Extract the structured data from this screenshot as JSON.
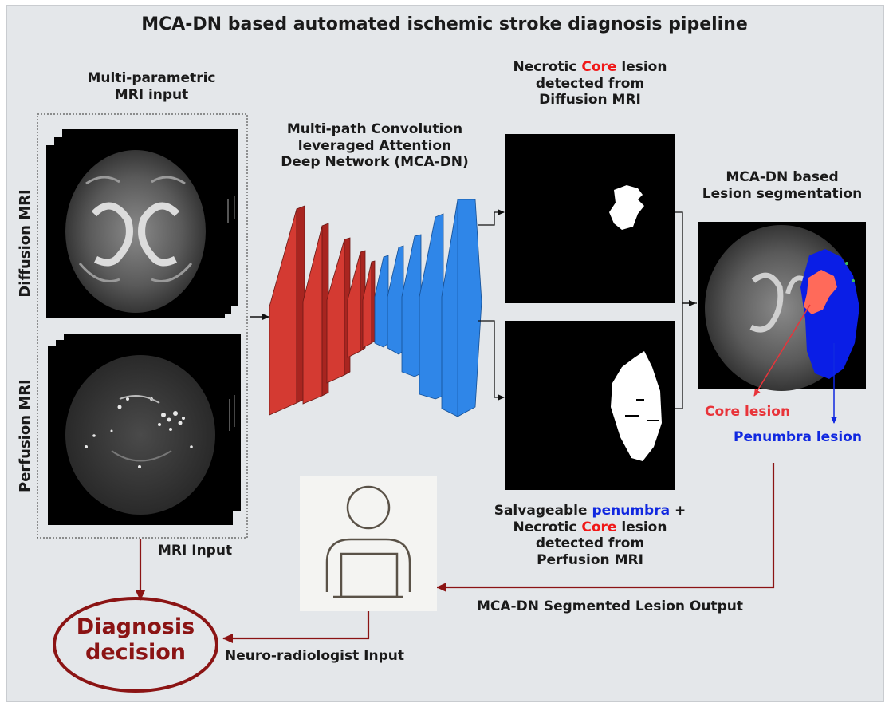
{
  "title": "MCA-DN based automated ischemic stroke diagnosis pipeline",
  "input": {
    "heading_line1": "Multi-parametric",
    "heading_line2": "MRI input",
    "diffusion_label": "Diffusion MRI",
    "perfusion_label": "Perfusion MRI",
    "mri_input_label": "MRI Input"
  },
  "network": {
    "line1": "Multi-path Convolution",
    "line2": "leveraged Attention",
    "line3": "Deep Network (MCA-DN)"
  },
  "core_output": {
    "line1_pre": "Necrotic ",
    "line1_core": "Core",
    "line1_post": " lesion",
    "line2": "detected from",
    "line3": "Diffusion MRI"
  },
  "perfusion_output": {
    "line1_pre": "Salvageable ",
    "line1_penumbra": "penumbra",
    "line1_post": " +",
    "line2_pre": "Necrotic ",
    "line2_core": "Core",
    "line2_post": " lesion",
    "line3": "detected from",
    "line4": "Perfusion MRI"
  },
  "segmentation": {
    "line1": "MCA-DN based",
    "line2": "Lesion segmentation",
    "core_label": "Core lesion",
    "penumbra_label": "Penumbra lesion"
  },
  "flow": {
    "segmented_output_label": "MCA-DN Segmented Lesion Output",
    "radiologist_input_label": "Neuro-radiologist Input"
  },
  "decision": {
    "line1": "Diagnosis",
    "line2": "decision"
  },
  "colors": {
    "background": "#e4e7ea",
    "encoder": "#d43a32",
    "decoder": "#2f86e8",
    "core": "#ff6a5a",
    "penumbra": "#0a1ee6",
    "flow_arrows": "#8b1414"
  }
}
